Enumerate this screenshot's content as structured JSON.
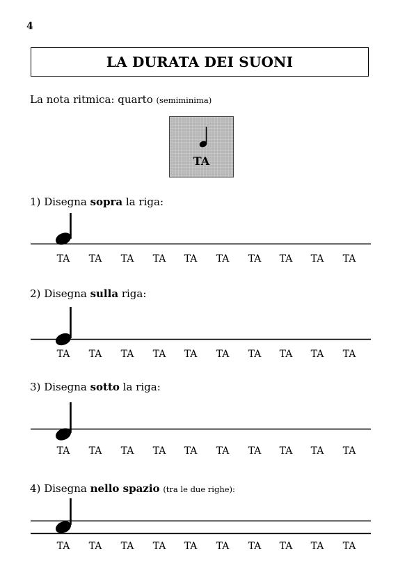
{
  "page_number": "4",
  "title": "LA DURATA DEI SUONI",
  "intro": {
    "text": "La nota ritmica: quarto",
    "small": "(semiminima)"
  },
  "note_card": {
    "label": "TA",
    "icon": "quarter-note-icon"
  },
  "syllable_centers_x": [
    91,
    137,
    183,
    229,
    274,
    320,
    366,
    411,
    456,
    502
  ],
  "exercises": [
    {
      "number": "1)",
      "prefix": "Disegna",
      "bold": "sopra",
      "suffix": "la riga:",
      "note": "",
      "placement": "above-line",
      "syllables": [
        "TA",
        "TA",
        "TA",
        "TA",
        "TA",
        "TA",
        "TA",
        "TA",
        "TA",
        "TA"
      ]
    },
    {
      "number": "2)",
      "prefix": "Disegna",
      "bold": "sulla",
      "suffix": "riga:",
      "note": "",
      "placement": "on-line",
      "syllables": [
        "TA",
        "TA",
        "TA",
        "TA",
        "TA",
        "TA",
        "TA",
        "TA",
        "TA",
        "TA"
      ]
    },
    {
      "number": "3)",
      "prefix": "Disegna",
      "bold": "sotto",
      "suffix": "la riga:",
      "note": "",
      "placement": "below-line",
      "syllables": [
        "TA",
        "TA",
        "TA",
        "TA",
        "TA",
        "TA",
        "TA",
        "TA",
        "TA",
        "TA"
      ]
    },
    {
      "number": "4)",
      "prefix": "Disegna",
      "bold": "nello spazio",
      "suffix": "",
      "note": "(tra le due righe):",
      "placement": "in-space",
      "syllables": [
        "TA",
        "TA",
        "TA",
        "TA",
        "TA",
        "TA",
        "TA",
        "TA",
        "TA",
        "TA"
      ]
    }
  ]
}
